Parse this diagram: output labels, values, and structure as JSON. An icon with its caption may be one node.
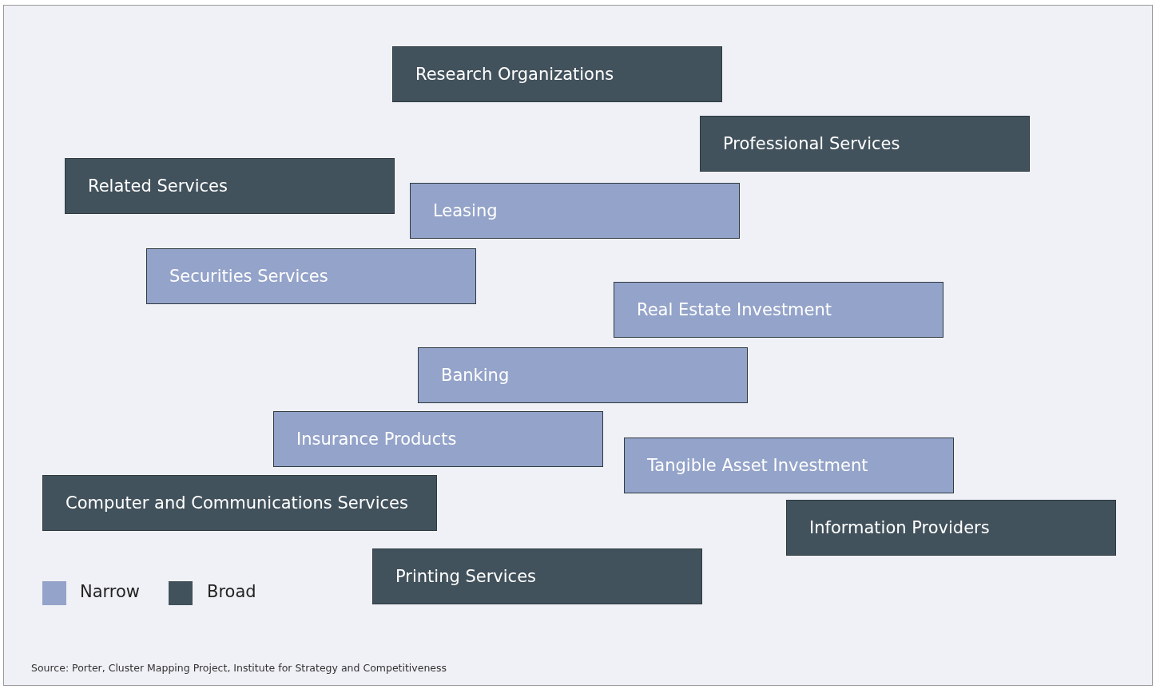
{
  "diagram": {
    "caption": "Source: Porter, Cluster Mapping Project, Institute for Strategy and Competitiveness",
    "nodes": [
      {
        "text": [
          "Research Organizations"
        ]
      },
      {
        "text": [
          "Professional Services"
        ]
      },
      {
        "text": [
          "Related Services"
        ]
      },
      {
        "text": [
          "Leasing"
        ]
      },
      {
        "text": [
          "Securities Services"
        ]
      },
      {
        "text": [
          "Real Estate Investment"
        ]
      },
      {
        "text": [
          "Banking"
        ]
      },
      {
        "text": [
          "Insurance Products"
        ]
      },
      {
        "text": [
          "Tangible Asset Investment"
        ]
      },
      {
        "text": [
          "Computer and Communications Services"
        ]
      },
      {
        "text": [
          "Information Providers"
        ]
      },
      {
        "text": [
          "Printing Services"
        ]
      }
    ],
    "legend": [
      {
        "text": "Narrow",
        "color": "#94a3c9"
      },
      {
        "text": "Broad",
        "color": "#42525c"
      }
    ]
  }
}
